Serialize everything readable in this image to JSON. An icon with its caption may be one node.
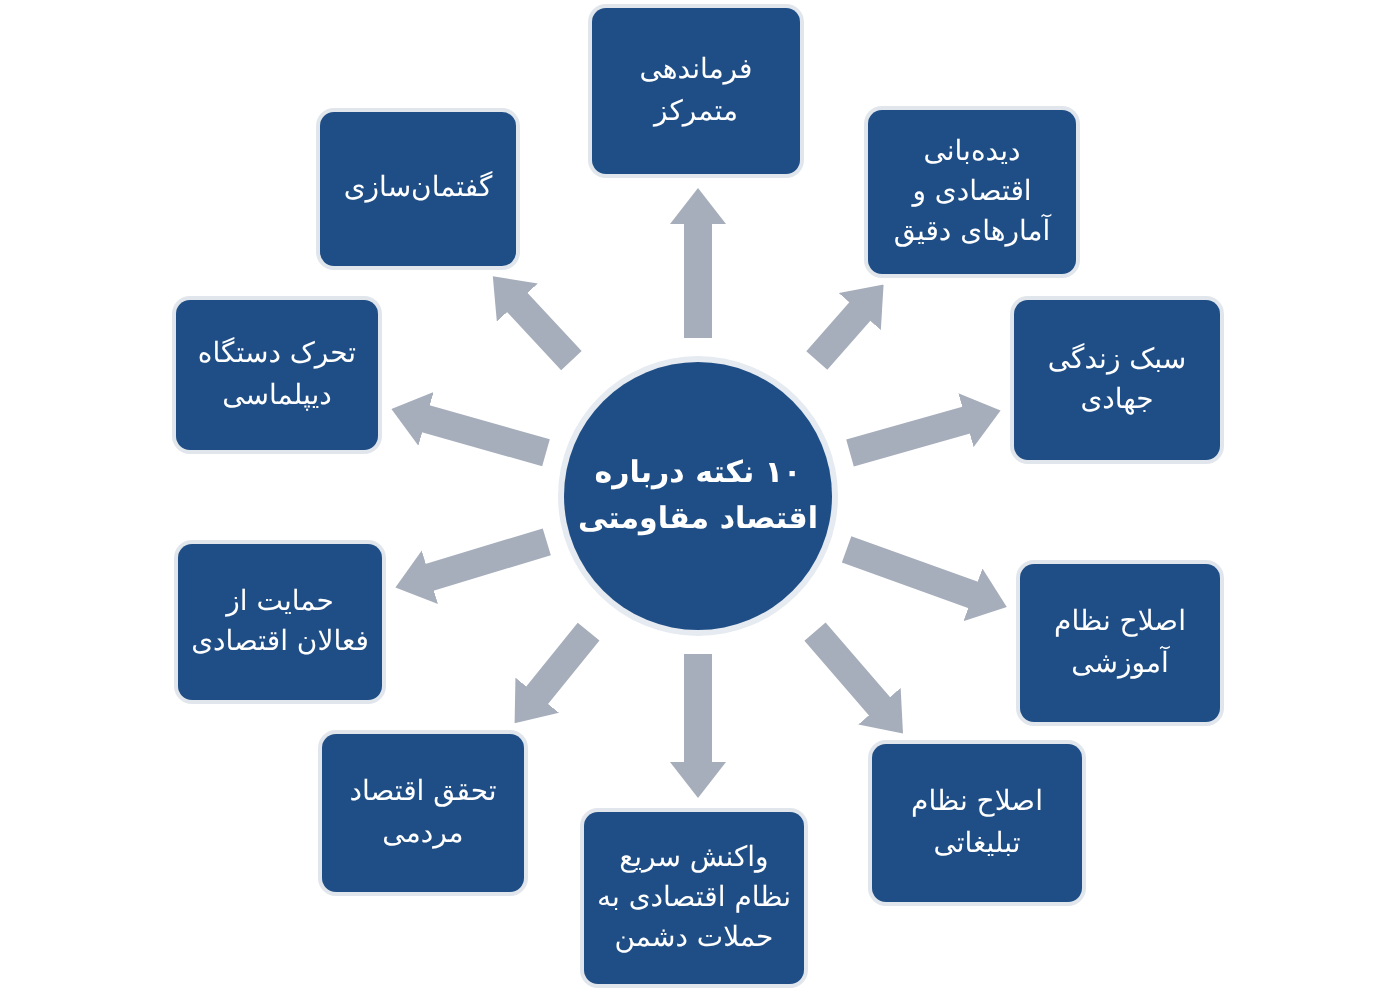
{
  "diagram": {
    "nodes": [
      {
        "text": [
          "۱۰ نکته درباره اقتصاد مقاومتی"
        ]
      },
      {
        "text": [
          "فرماندهی متمرکز"
        ]
      },
      {
        "text": [
          "گفتمان‌سازی"
        ]
      },
      {
        "text": [
          "دیده‌بانی اقتصادی و آمارهای دقیق"
        ]
      },
      {
        "text": [
          "تحرک دستگاه دیپلماسی"
        ]
      },
      {
        "text": [
          "سبک زندگی جهادی"
        ]
      },
      {
        "text": [
          "حمایت از فعالان اقتصادی"
        ]
      },
      {
        "text": [
          "اصلاح نظام آموزشی"
        ]
      },
      {
        "text": [
          "تحقق اقتصاد مردمی"
        ]
      },
      {
        "text": [
          "واکنش سریع نظام اقتصادی به حملات دشمن"
        ]
      },
      {
        "text": [
          "اصلاح نظام تبلیغاتی"
        ]
      }
    ],
    "edges": [
      {
        "from": 0,
        "to": 1,
        "arrow": "to"
      },
      {
        "from": 0,
        "to": 2,
        "arrow": "to"
      },
      {
        "from": 0,
        "to": 3,
        "arrow": "to"
      },
      {
        "from": 0,
        "to": 4,
        "arrow": "to"
      },
      {
        "from": 0,
        "to": 5,
        "arrow": "to"
      },
      {
        "from": 0,
        "to": 6,
        "arrow": "to"
      },
      {
        "from": 0,
        "to": 7,
        "arrow": "to"
      },
      {
        "from": 0,
        "to": 8,
        "arrow": "to"
      },
      {
        "from": 0,
        "to": 9,
        "arrow": "to"
      },
      {
        "from": 0,
        "to": 10,
        "arrow": "to"
      }
    ]
  }
}
